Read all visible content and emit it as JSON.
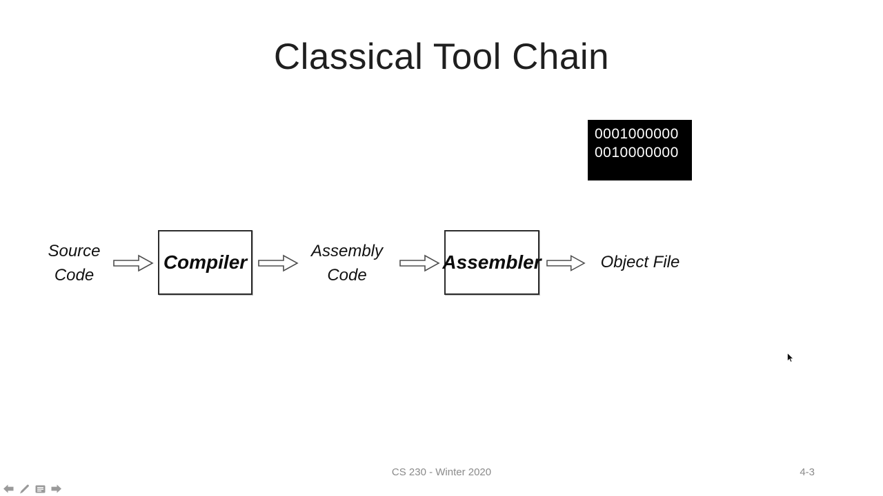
{
  "slide": {
    "title": "Classical Tool Chain",
    "machine_code_box": {
      "text": "0001000000\n0010000000",
      "bg_color": "#000000",
      "text_color": "#ffffff"
    },
    "diagram": {
      "source_label": "Source\nCode",
      "compiler_label": "Compiler",
      "assembly_label": "Assembly\nCode",
      "assembler_label": "Assembler",
      "object_label": "Object File"
    },
    "footer": {
      "course": "CS 230 - Winter 2020",
      "page_number": "4-3"
    }
  },
  "presenter_controls": {
    "icons": [
      "previous-slide",
      "pen-tools",
      "all-slides-menu",
      "next-slide"
    ],
    "icon_color": "#9a9a9a"
  }
}
